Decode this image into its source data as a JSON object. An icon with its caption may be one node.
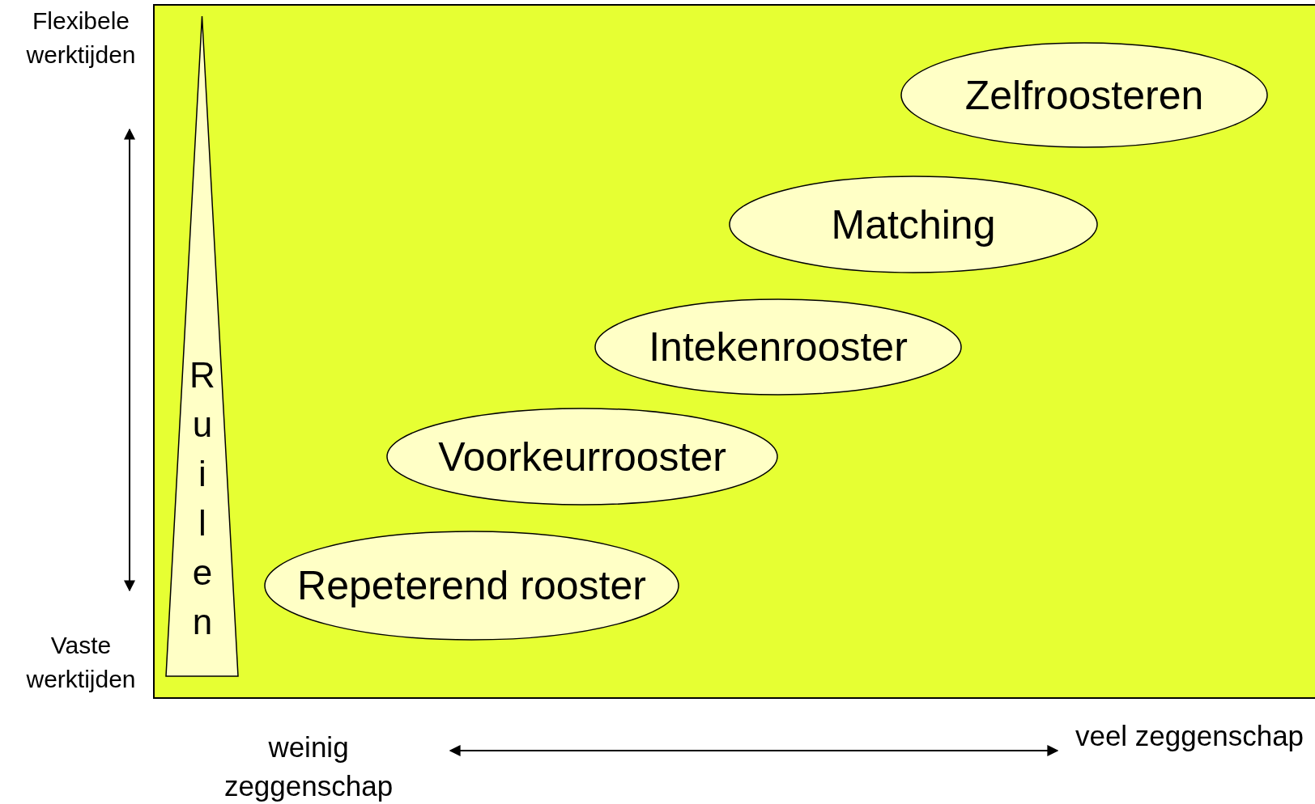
{
  "diagram": {
    "nodes": [
      {
        "text": [
          "Ruilen"
        ]
      },
      {
        "text": [
          "Zelfroosteren"
        ]
      },
      {
        "text": [
          "Matching"
        ]
      },
      {
        "text": [
          "Intekenrooster"
        ]
      },
      {
        "text": [
          "Voorkeurrooster"
        ]
      },
      {
        "text": [
          "Repeterend rooster"
        ]
      }
    ],
    "labels": [
      "Flexibele werktijden",
      "Vaste werktijden",
      "weinig zeggenschap",
      "veel zeggenschap"
    ]
  }
}
